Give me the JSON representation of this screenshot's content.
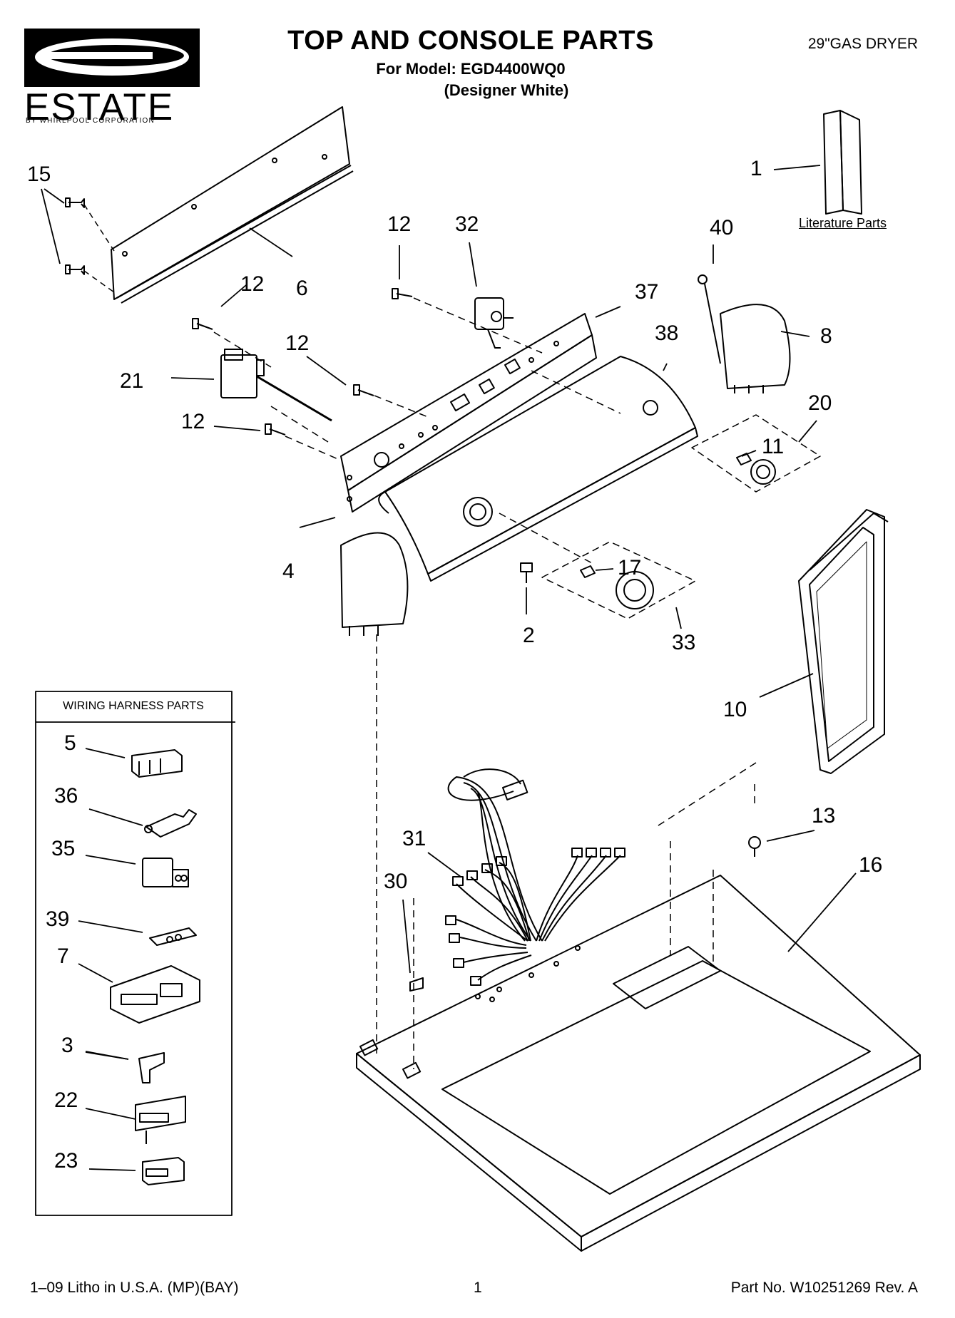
{
  "header": {
    "title": "TOP AND CONSOLE PARTS",
    "model_line": "For Model: EGD4400WQ0",
    "variant_line": "(Designer White)",
    "product_type": "29\"GAS DRYER"
  },
  "brand": {
    "name": "ESTATE",
    "sub": "BY WHIRLPOOL CORPORATION"
  },
  "literature": {
    "label": "Literature Parts"
  },
  "harness_box": {
    "title": "WIRING HARNESS PARTS"
  },
  "callouts": {
    "c1": "1",
    "c2": "2",
    "c3": "3",
    "c4": "4",
    "c5": "5",
    "c6": "6",
    "c7": "7",
    "c8": "8",
    "c10": "10",
    "c11": "11",
    "c12a": "12",
    "c12b": "12",
    "c12c": "12",
    "c12d": "12",
    "c13": "13",
    "c15": "15",
    "c16": "16",
    "c17": "17",
    "c20": "20",
    "c21": "21",
    "c22": "22",
    "c23": "23",
    "c30": "30",
    "c31": "31",
    "c32": "32",
    "c33": "33",
    "c35": "35",
    "c36": "36",
    "c37": "37",
    "c38": "38",
    "c39": "39",
    "c40": "40"
  },
  "footer": {
    "left": "1–09 Litho in U.S.A. (MP)(BAY)",
    "center": "1",
    "right": "Part No. W10251269 Rev. A"
  }
}
